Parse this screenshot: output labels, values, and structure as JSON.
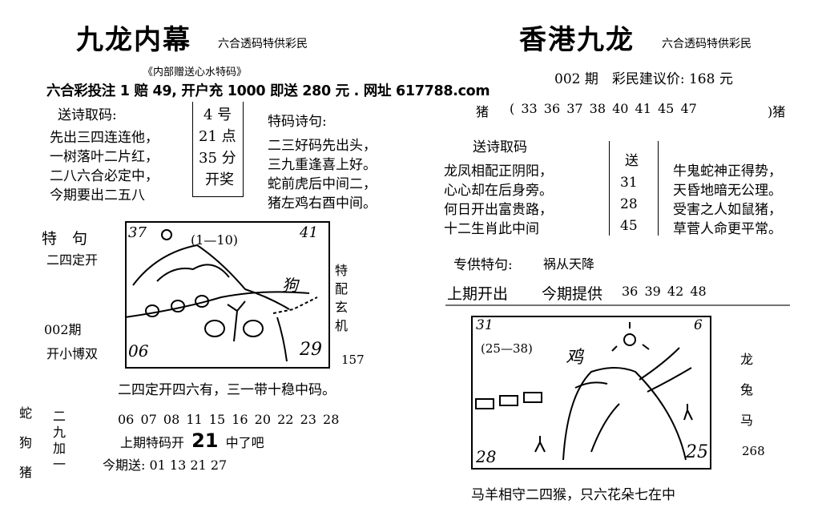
{
  "left": {
    "title": "九龙内幕",
    "subtitle": "六合透码特供彩民",
    "internal_note": "《内部赠送心水特码》",
    "ad_line": "六合彩投注 1 赔 49, 开户充 1000 即送 280 元 . 网址 617788.com",
    "poem_label": "送诗取码:",
    "poem": [
      "先出三四连连他，",
      "一树落叶二片红，",
      "二八六合必定中，",
      "今期要出二五八"
    ],
    "draw_time": [
      "4 号",
      "21 点",
      "35 分",
      "开奖"
    ],
    "tema_poem_label": "特码诗句:",
    "tema_poem": [
      "二三好码先出头，",
      "三九重逢喜上好。",
      "蛇前虎后中间二，",
      "猪左鸡右酉中间。"
    ],
    "teju_label": "特　句",
    "teju_text": "二四定开",
    "issue": "002期",
    "issue_hint": "开小博双",
    "panel": {
      "tl": "37",
      "range": "(1—10)",
      "tr": "41",
      "bl": "06",
      "br": "29",
      "word": "狗"
    },
    "side_vertical": [
      "特",
      "配",
      "玄",
      "机"
    ],
    "side_num": "157",
    "hint_line": "二四定开四六有，三一带十稳中码。",
    "zodiac_col": [
      "蛇",
      "狗",
      "猪"
    ],
    "ershijiu_col": [
      "二",
      "九",
      "加",
      "一"
    ],
    "numbers_line": "06 07 08 11 15 16 20 22 23 28",
    "last_prefix": "上期特码开",
    "last_number": "21",
    "last_suffix": "中了吧",
    "today_send": "今期送: 01 13 21 27"
  },
  "right": {
    "title": "香港九龙",
    "subtitle": "六合透码特供彩民",
    "issue_line": "002 期　彩民建议价: 168 元",
    "pig_line_start": "猪",
    "pig_numbers": "( 33 36 37 38 40 41 45 47",
    "pig_line_end": ")猪",
    "poem_label": "送诗取码",
    "poem_left": [
      "龙凤相配正阴阳，",
      "心心却在后身旁。",
      "何日开出富贵路，",
      "十二生肖此中间"
    ],
    "send_box": [
      "送",
      "31",
      "28",
      "45"
    ],
    "poem_right": [
      "牛鬼蛇神正得势，",
      "天昏地暗无公理。",
      "受害之人如鼠猪，",
      "草菅人命更平常。"
    ],
    "special_label": "专供特句:",
    "special_text": "祸从天降",
    "last_open": "上期开出",
    "today_offer": "今期提供",
    "today_numbers": "36 39 42 48",
    "panel": {
      "tl": "31",
      "range": "(25—38)",
      "tr": "6",
      "bl": "28",
      "br": "25",
      "word": "鸡"
    },
    "side_zodiac": [
      "龙",
      "兔",
      "马"
    ],
    "side_num": "268",
    "bottom_line": "马羊相守二四猴，只六花朵七在中"
  }
}
